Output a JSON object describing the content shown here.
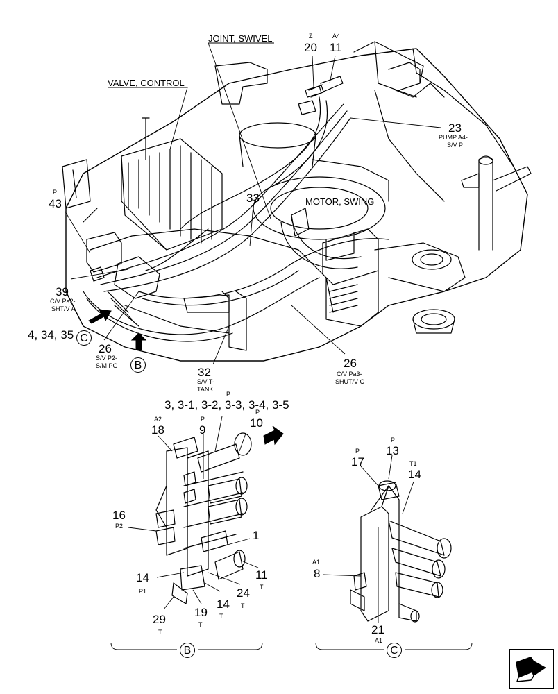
{
  "titles": {
    "joint_swivel": "JOINT, SWIVEL",
    "valve_control": "VALVE, CONTROL",
    "motor_swing": "MOTOR, SWING"
  },
  "callouts": {
    "c20": {
      "num": "20",
      "sup": "Z"
    },
    "c11_top": {
      "num": "11",
      "sup": "A4"
    },
    "c23": {
      "num": "23",
      "sub1": "PUMP A4-",
      "sub2": "S/V P"
    },
    "c43": {
      "num": "43",
      "sup": "P"
    },
    "c33": {
      "num": "33"
    },
    "c39": {
      "num": "39",
      "sub1": "C/V Pa2-",
      "sub2": "SHT/V A"
    },
    "c4_34_35": {
      "num": "4, 34, 35"
    },
    "c26_left": {
      "num": "26",
      "sub1": "S/V P2-",
      "sub2": "S/M PG"
    },
    "c32": {
      "num": "32",
      "sub1": "S/V T-",
      "sub2": "TANK"
    },
    "c26_right": {
      "num": "26",
      "sub1": "C/V Pa3-",
      "sub2": "SHUT/V C"
    },
    "c3_group": {
      "num": "3, 3-1, 3-2, 3-3, 3-4, 3-5",
      "sup": "P"
    },
    "c18": {
      "num": "18",
      "sup": "A2"
    },
    "c9": {
      "num": "9",
      "sup": "P"
    },
    "c10": {
      "num": "10",
      "sup": "P"
    },
    "c16": {
      "num": "16",
      "sub1": "P2"
    },
    "c1": {
      "num": "1"
    },
    "c14_b": {
      "num": "14",
      "sub1": "P1"
    },
    "c11_b": {
      "num": "11",
      "sub1": "T"
    },
    "c24": {
      "num": "24",
      "sub1": "T"
    },
    "c14_b2": {
      "num": "14",
      "sub1": "T"
    },
    "c19": {
      "num": "19",
      "sub1": "T"
    },
    "c29": {
      "num": "29",
      "sub1": "T"
    },
    "c17": {
      "num": "17",
      "sup": "P"
    },
    "c13": {
      "num": "13",
      "sup": "P"
    },
    "c14_c": {
      "num": "14",
      "sup": "T1"
    },
    "c8": {
      "num": "8",
      "sup": "A1"
    },
    "c21": {
      "num": "21",
      "sub1": "A1"
    }
  },
  "view_markers": {
    "b": "B",
    "c": "C"
  },
  "nav": {
    "next_icon": "arrow-right-icon"
  }
}
